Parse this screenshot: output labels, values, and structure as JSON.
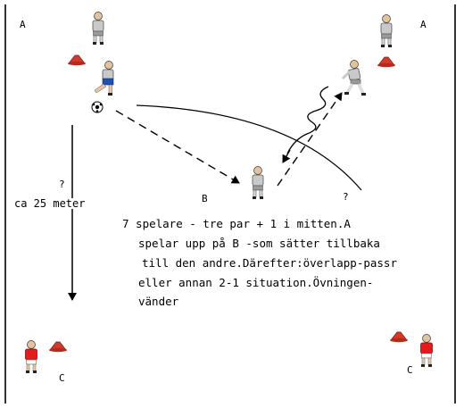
{
  "labels": {
    "top_left": "A",
    "top_right": "A",
    "bottom_left": "C",
    "bottom_right": "C",
    "middle_b": "B",
    "question_left": "?",
    "question_right": "?",
    "distance": "ca 25 meter"
  },
  "description": [
    "7 spelare -  tre par + 1 i mitten.A",
    "spelar upp på B -som sätter tillbaka",
    "till den andre.Därefter:överlapp-passr",
    "eller annan 2-1 situation.Övningen-",
    "vänder"
  ],
  "colors": {
    "team_a_shirt": "#c8c8c8",
    "team_a_shorts": "#1f4fb0",
    "team_c_shirt": "#e51b1b",
    "cone": "#d23a2a"
  },
  "icons": [
    "player-icon",
    "cone-icon",
    "ball-icon"
  ]
}
